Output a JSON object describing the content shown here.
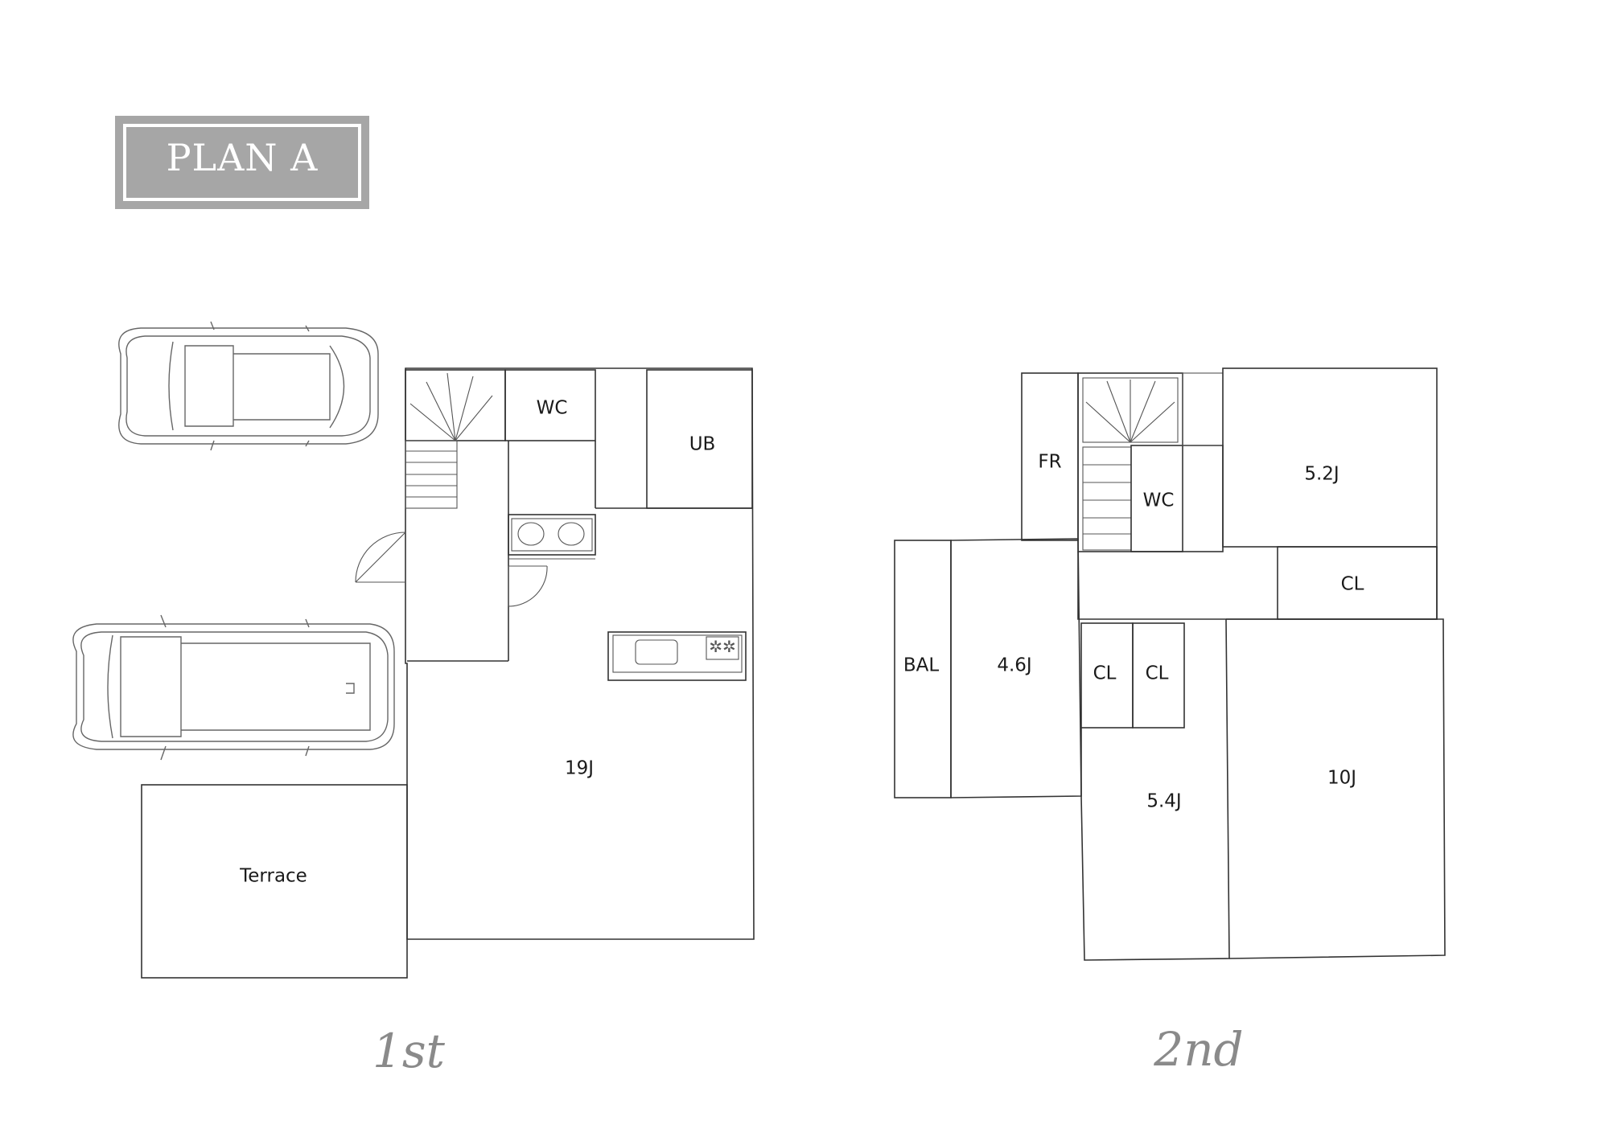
{
  "title": "PLAN A",
  "floors": {
    "first": {
      "label": "1st",
      "rooms": {
        "wc": "WC",
        "ub": "UB",
        "ldk": "19J",
        "terrace": "Terrace"
      }
    },
    "second": {
      "label": "2nd",
      "rooms": {
        "fr": "FR",
        "wc": "WC",
        "bedroom_a": "5.2J",
        "closet_hall": "CL",
        "balcony": "BAL",
        "bedroom_b": "4.6J",
        "closet_1": "CL",
        "closet_2": "CL",
        "bedroom_c": "5.4J",
        "master_bedroom": "10J"
      }
    }
  },
  "colors": {
    "title_box": "#a6a6a6",
    "wall": "#333333",
    "floor_label": "#8a8a8a"
  }
}
